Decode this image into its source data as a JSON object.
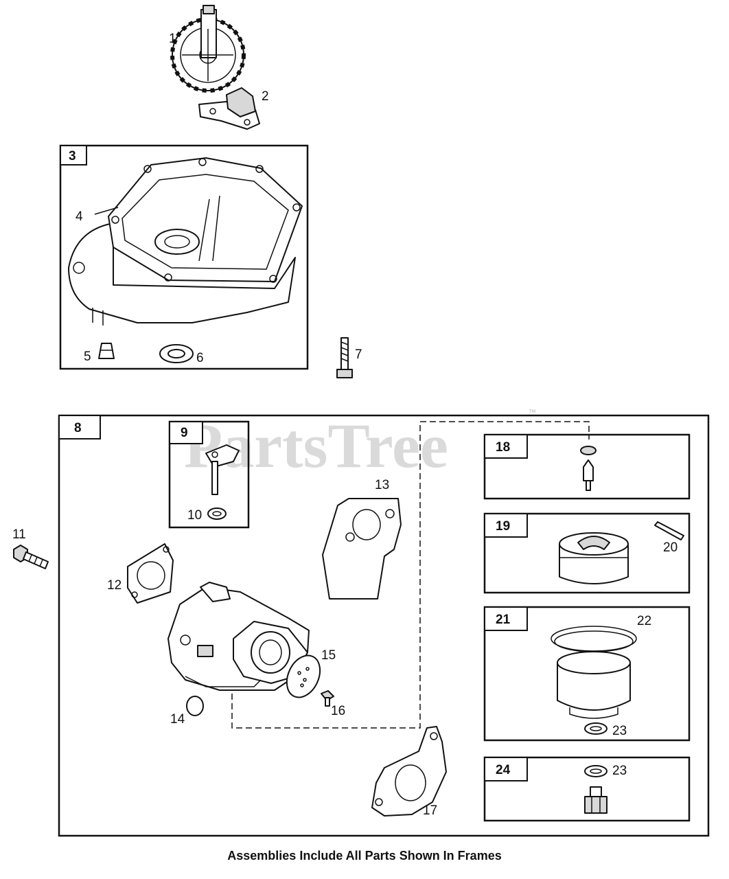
{
  "watermark": {
    "text": "PartsTree",
    "mark": "™"
  },
  "caption": "Assemblies Include All Parts Shown In Frames",
  "callouts": {
    "p1": "1",
    "p2": "2",
    "p3": "3",
    "p4": "4",
    "p5": "5",
    "p6": "6",
    "p7": "7",
    "p8": "8",
    "p9": "9",
    "p10": "10",
    "p11": "11",
    "p12": "12",
    "p13": "13",
    "p14": "14",
    "p15": "15",
    "p16": "16",
    "p17": "17",
    "p18": "18",
    "p19": "19",
    "p20": "20",
    "p21": "21",
    "p22": "22",
    "p23a": "23",
    "p23b": "23",
    "p24": "24"
  }
}
